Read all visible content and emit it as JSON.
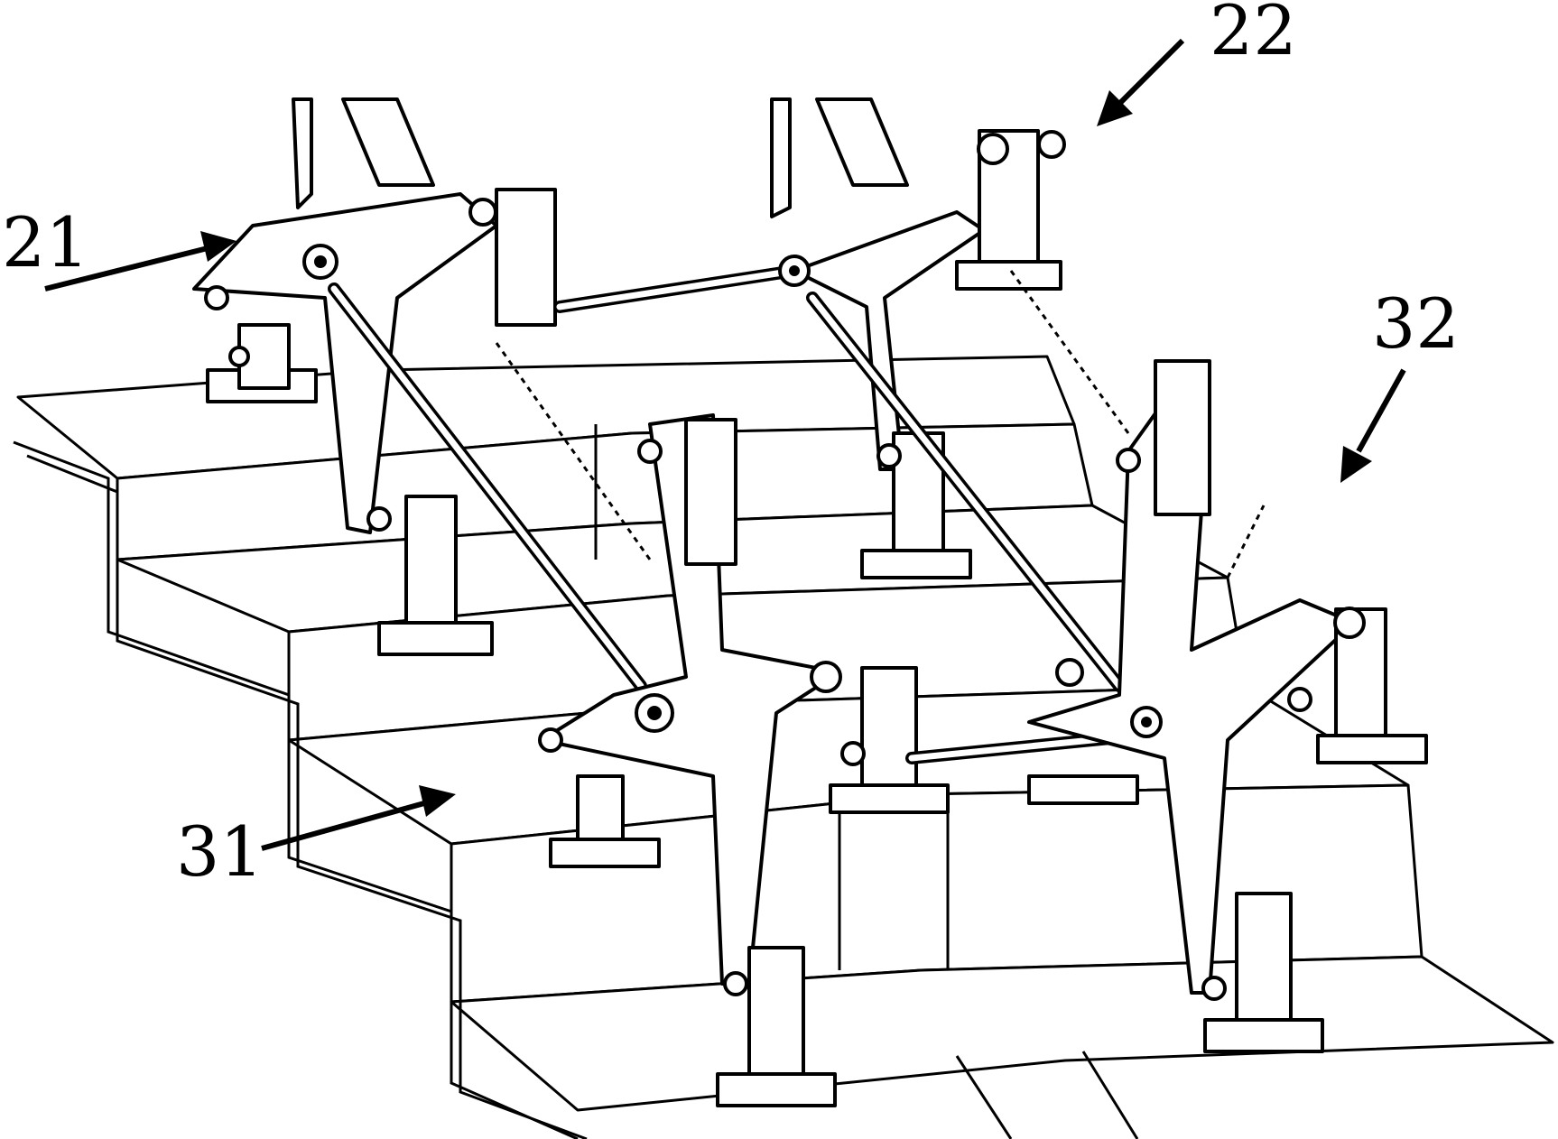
{
  "figure": {
    "labels": {
      "label_21": "21",
      "label_22": "22",
      "label_31": "31",
      "label_32": "32"
    },
    "colors": {
      "line": "#000000",
      "background": "#ffffff"
    }
  }
}
